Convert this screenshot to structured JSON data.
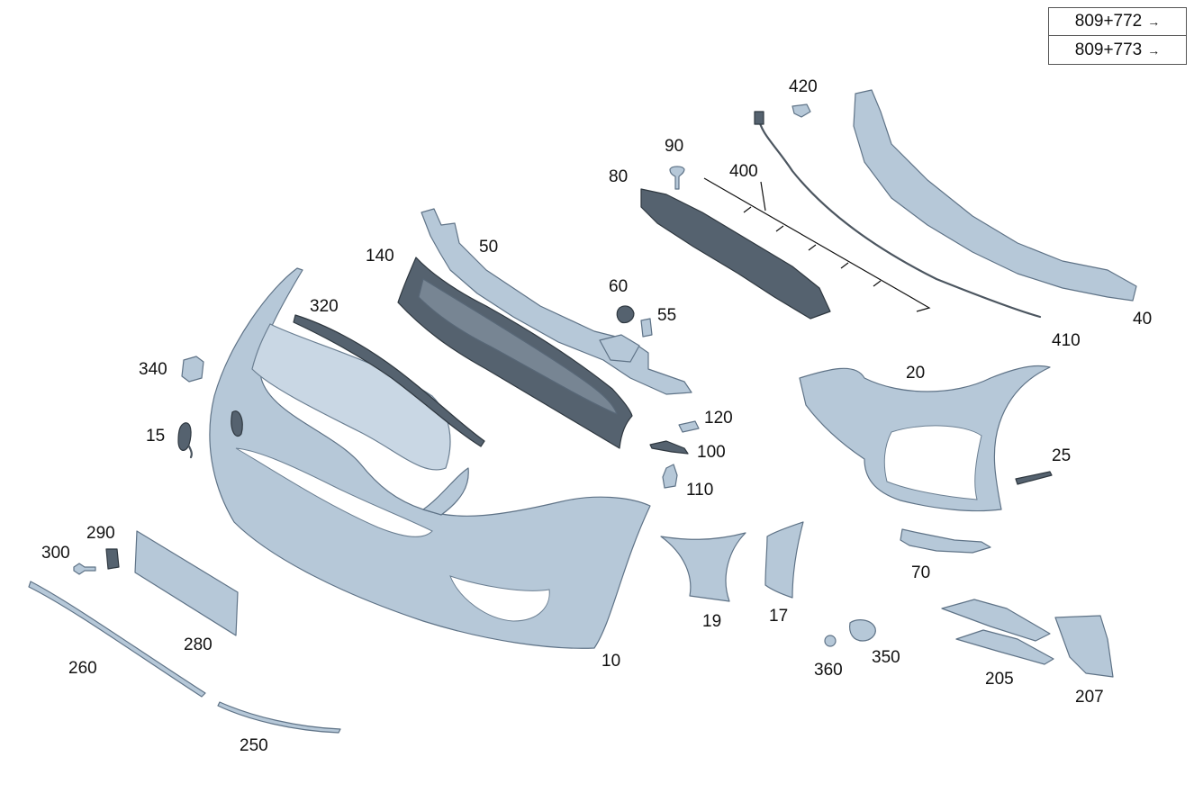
{
  "references": [
    {
      "label": "809+772",
      "arrow": "→"
    },
    {
      "label": "809+773",
      "arrow": "→"
    }
  ],
  "callouts": {
    "p10": "10",
    "p15": "15",
    "p17": "17",
    "p19": "19",
    "p20": "20",
    "p25": "25",
    "p40": "40",
    "p50": "50",
    "p55": "55",
    "p60": "60",
    "p70": "70",
    "p80": "80",
    "p90": "90",
    "p100": "100",
    "p110": "110",
    "p120": "120",
    "p140": "140",
    "p205": "205",
    "p207": "207",
    "p250": "250",
    "p260": "260",
    "p280": "280",
    "p290": "290",
    "p300": "300",
    "p320": "320",
    "p340": "340",
    "p350": "350",
    "p360": "360",
    "p400": "400",
    "p410": "410",
    "p420": "420"
  },
  "colors": {
    "part_fill": "#b6c8d8",
    "part_stroke": "#5f7387",
    "dark_part_fill": "#55626f",
    "background": "#ffffff"
  }
}
